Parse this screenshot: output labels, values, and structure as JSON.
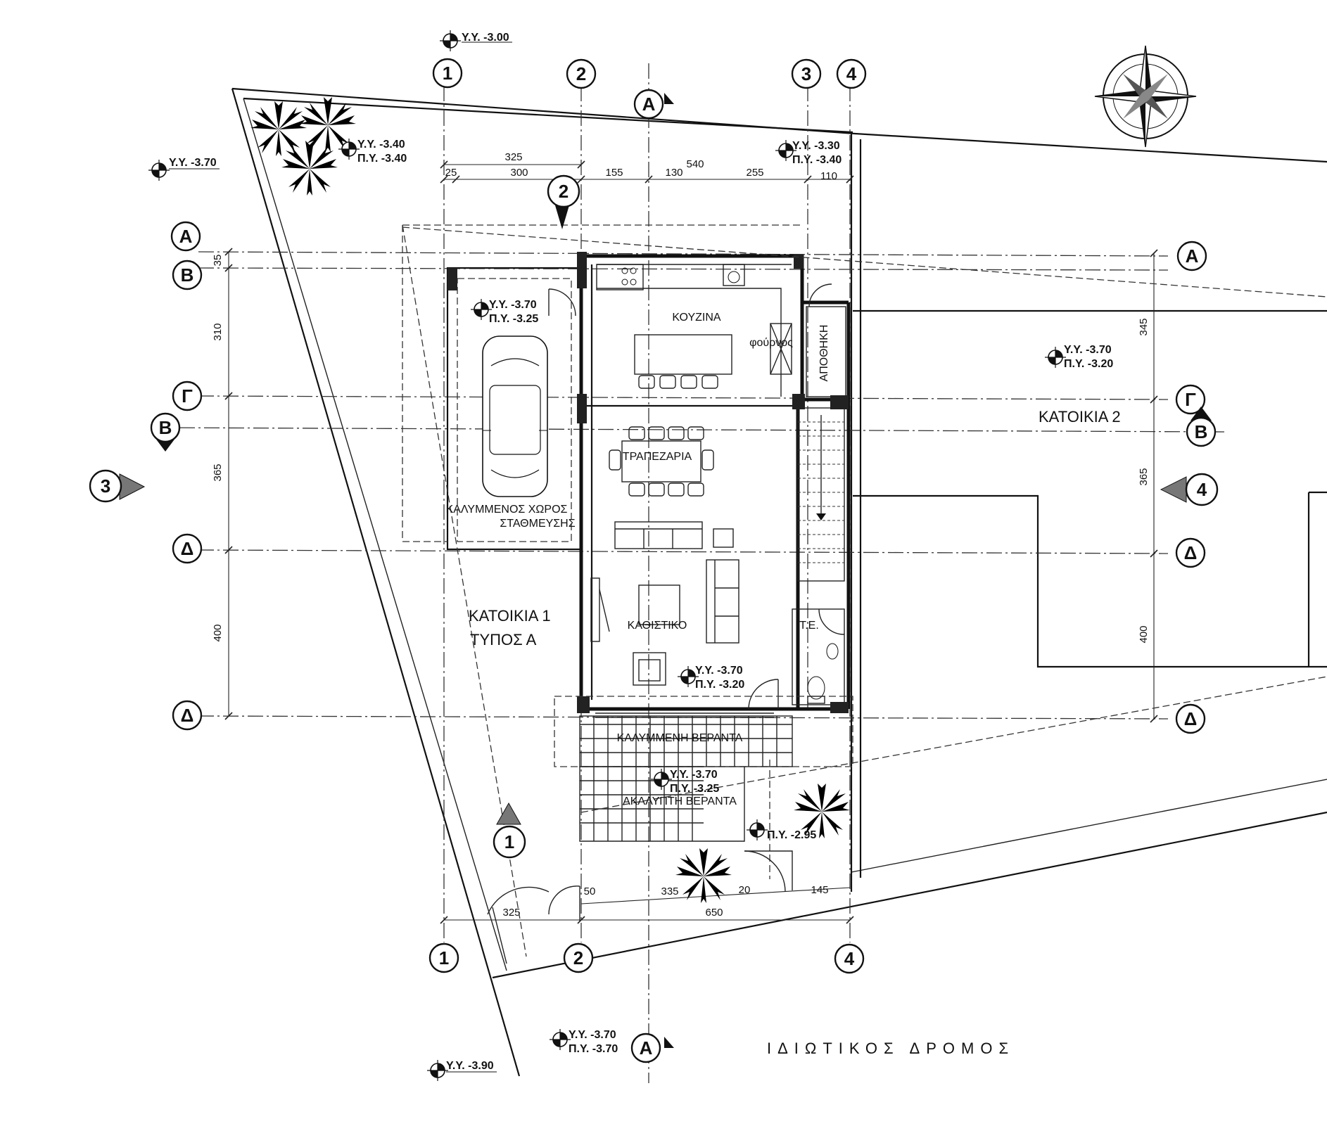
{
  "grid": {
    "columns": [
      "1",
      "2",
      "3",
      "4"
    ],
    "rows": {
      "a": "Α",
      "b": "Β",
      "g": "Γ",
      "d": "Δ"
    }
  },
  "sections": {
    "a": "A",
    "b": "B"
  },
  "views": [
    "1",
    "2",
    "3",
    "4"
  ],
  "levels": {
    "yy300": "Υ.Υ. -3.00",
    "yy340": "Υ.Υ. -3.40",
    "py340a": "Π.Υ. -3.40",
    "yy370a": "Υ.Υ. -3.70",
    "yy330": "Υ.Υ. -3.30",
    "py340b": "Π.Υ. -3.40",
    "yy370b": "Υ.Υ. -3.70",
    "py325a": "Π.Υ. -3.25",
    "yy370c": "Υ.Υ. -3.70",
    "py320a": "Π.Υ. -3.20",
    "yy370d": "Υ.Υ. -3.70",
    "py320b": "Π.Υ. -3.20",
    "yy370e": "Υ.Υ. -3.70",
    "py325b": "Π.Υ. -3.25",
    "py295": "Π.Υ. -2.95",
    "yy370f": "Υ.Υ. -3.70",
    "py370": "Π.Υ. -3.70",
    "yy390": "Υ.Υ. -3.90"
  },
  "rooms": {
    "kitchen": "ΚΟΥΖΙΝΑ",
    "oven": "φούρνος",
    "storage": "ΑΠΟΘΗΚΗ",
    "dining": "ΤΡΑΠΕΖΑΡΙΑ",
    "parking_1": "ΚΑΛΥΜΜΕΝΟΣ ΧΩΡΟΣ",
    "parking_2": "ΣΤΑΘΜΕΥΣΗΣ",
    "living": "ΚΑΘΙΣΤΙΚΟ",
    "wc": "Τ.Ε.",
    "covered_veranda": "ΚΑΛΥΜΜΕΝΗ ΒΕΡΑΝΤΑ",
    "open_veranda": "ΑΚΑΛΥΠΤΗ ΒΕΡΑΝΤΑ",
    "house1_1": "ΚΑΤΟΙΚΙΑ 1",
    "house1_2": "ΤΥΠΟΣ Α",
    "house2": "ΚΑΤΟΙΚΙΑ 2",
    "road": "ΙΔΙΩΤΙΚΟΣ ΔΡΟΜΟΣ"
  },
  "dimensions": {
    "top_325": "325",
    "top_25": "25",
    "top_300": "300",
    "top_155": "155",
    "top_130": "130",
    "top_540": "540",
    "top_255": "255",
    "top_110": "110",
    "left_35": "35",
    "left_310": "310",
    "left_365": "365",
    "left_400": "400",
    "right_345": "345",
    "right_365": "365",
    "right_400": "400",
    "bot_50": "50",
    "bot_335": "335",
    "bot_20": "20",
    "bot_145": "145",
    "bot_325": "325",
    "bot_650": "650"
  }
}
